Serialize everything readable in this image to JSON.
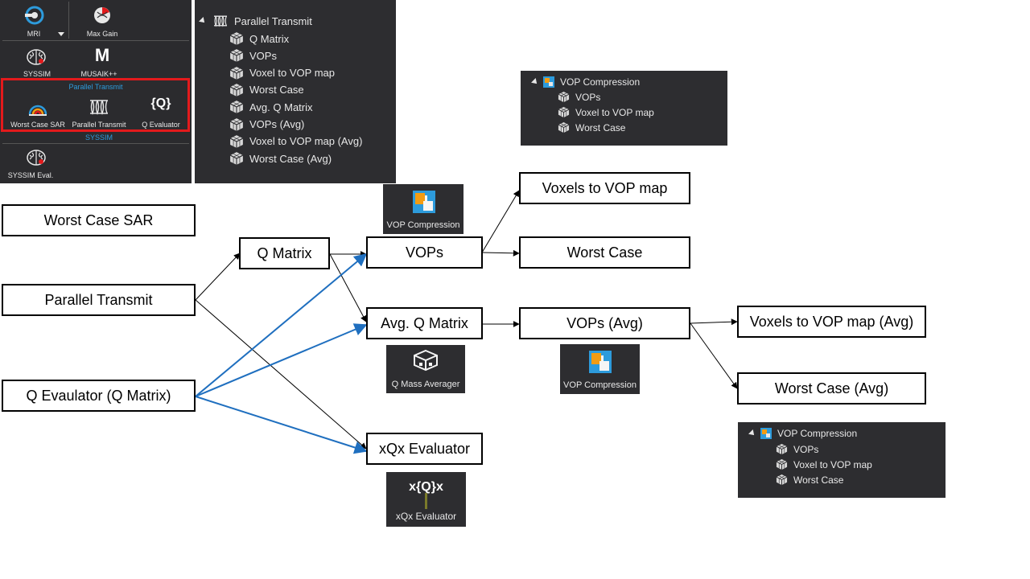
{
  "toolbar": {
    "row1": [
      "MRI",
      "Max Gain"
    ],
    "row2": [
      "SYSSIM",
      "MUSAIK++"
    ],
    "section_pt": "Parallel Transmit",
    "row3": [
      "Worst Case SAR",
      "Parallel Transmit",
      "Q Evaluator"
    ],
    "section_syssim": "SYSSIM",
    "row4": [
      "SYSSIM Eval."
    ],
    "musaik_glyph": "M",
    "qeval_glyph": "{Q}"
  },
  "tree_pt": {
    "root": "Parallel Transmit",
    "items": [
      "Q Matrix",
      "VOPs",
      "Voxel to VOP map",
      "Worst Case",
      "Avg. Q Matrix",
      "VOPs (Avg)",
      "Voxel to VOP map (Avg)",
      "Worst Case (Avg)"
    ]
  },
  "tree_vop1": {
    "root": "VOP Compression",
    "items": [
      "VOPs",
      "Voxel to VOP map",
      "Worst Case"
    ]
  },
  "tree_vop2": {
    "root": "VOP Compression",
    "items": [
      "VOPs",
      "Voxel to VOP map",
      "Worst Case"
    ]
  },
  "tiles": {
    "vop1": "VOP Compression",
    "qmass": "Q Mass Averager",
    "vop2": "VOP Compression",
    "xqx": "xQx Evaluator",
    "xqx_glyph": "x{Q}x"
  },
  "boxes": {
    "worst_case_sar": "Worst Case SAR",
    "parallel_transmit": "Parallel Transmit",
    "q_evaluator": "Q Evaulator (Q Matrix)",
    "q_matrix": "Q Matrix",
    "vops": "VOPs",
    "avg_q_matrix": "Avg. Q Matrix",
    "xqx_evaluator": "xQx Evaluator",
    "voxels_to_vop_map": "Voxels to VOP map",
    "worst_case": "Worst Case",
    "vops_avg": "VOPs (Avg)",
    "voxels_to_vop_map_avg": "Voxels to VOP map (Avg)",
    "worst_case_avg": "Worst Case (Avg)"
  },
  "colors": {
    "panel": "#2d2d30",
    "highlight": "#e31a1c",
    "accent": "#2d9bdc",
    "blue_arrow": "#1f6fbf"
  }
}
